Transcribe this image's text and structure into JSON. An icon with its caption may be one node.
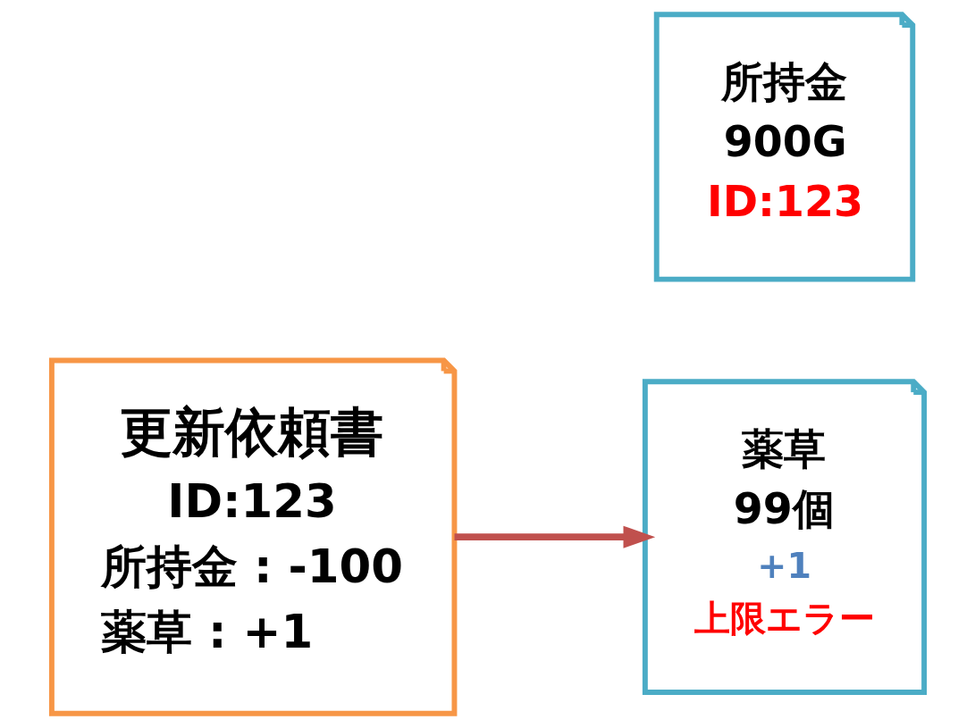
{
  "diagram": {
    "nodes": [
      {
        "text": [
          "更新依頼書",
          "ID:123",
          "所持金 : -100",
          "薬草 : +1"
        ]
      },
      {
        "text": [
          "所持金",
          "900G",
          "ID:123"
        ]
      },
      {
        "text": [
          "薬草",
          "99個",
          "+1",
          "上限エラー"
        ]
      }
    ],
    "edges": [
      {
        "from": 0,
        "to": 2,
        "arrow": "to",
        "color": "#c0504d"
      }
    ]
  }
}
